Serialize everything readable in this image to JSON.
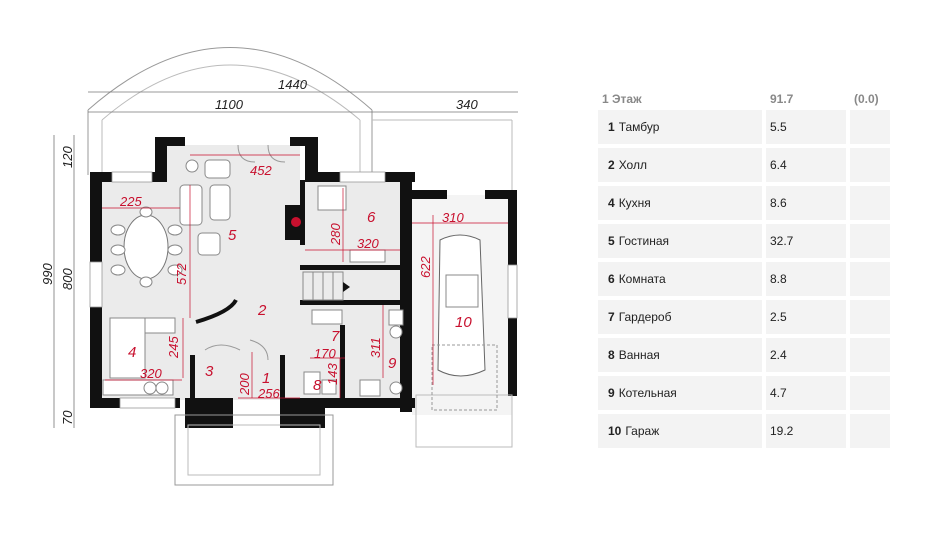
{
  "plan": {
    "dims": {
      "total_width": "1440",
      "width_left": "1100",
      "width_right": "340",
      "total_height": "990",
      "height_main": "800",
      "top_offset": "120",
      "bottom_offset": "70",
      "d452": "452",
      "d225": "225",
      "d572": "572",
      "d280": "280",
      "d320_room6": "320",
      "d310": "310",
      "d622": "622",
      "d245": "245",
      "d320_kitchen": "320",
      "d170": "170",
      "d311": "311",
      "d143": "143",
      "d200": "200",
      "d256": "256"
    },
    "rooms": [
      "1",
      "2",
      "3",
      "4",
      "5",
      "6",
      "7",
      "8",
      "9",
      "10"
    ]
  },
  "table": {
    "header": {
      "label": "1 Этаж",
      "area": "91.7",
      "extra": "(0.0)"
    },
    "rows": [
      {
        "num": "1",
        "name": "Тамбур",
        "area": "5.5"
      },
      {
        "num": "2",
        "name": "Холл",
        "area": "6.4"
      },
      {
        "num": "4",
        "name": "Кухня",
        "area": "8.6"
      },
      {
        "num": "5",
        "name": "Гостиная",
        "area": "32.7"
      },
      {
        "num": "6",
        "name": "Комната",
        "area": "8.8"
      },
      {
        "num": "7",
        "name": "Гардероб",
        "area": "2.5"
      },
      {
        "num": "8",
        "name": "Ванная",
        "area": "2.4"
      },
      {
        "num": "9",
        "name": "Котельная",
        "area": "4.7"
      },
      {
        "num": "10",
        "name": "Гараж",
        "area": "19.2"
      }
    ]
  }
}
